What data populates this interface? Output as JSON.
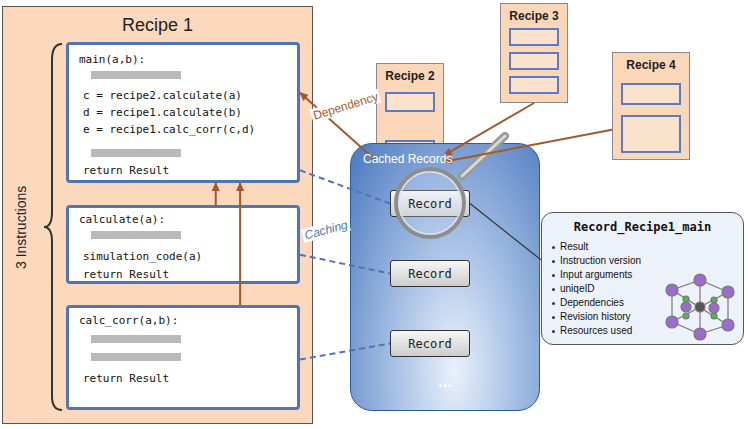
{
  "diagram": {
    "nodes": [
      {
        "text": [
          "Recipe 1"
        ]
      },
      {
        "text": [
          "main(a,b):",
          "c = recipe2.calculate(a)",
          "d = recipe1.calculate(b)",
          "e = recipe1.calc_corr(c,d)",
          "return Result"
        ],
        "in": 0
      },
      {
        "text": [
          "calculate(a):",
          "simulation_code(a)",
          "return Result"
        ],
        "in": 0
      },
      {
        "text": [
          "calc_corr(a,b):",
          "return Result"
        ],
        "in": 0
      },
      {
        "text": [
          "Recipe 2"
        ]
      },
      {
        "text": [
          "Recipe 3"
        ]
      },
      {
        "text": [
          "Recipe 4"
        ]
      },
      {
        "text": [
          "Cached Records",
          "..."
        ]
      },
      {
        "text": [
          "Record"
        ],
        "in": 7
      },
      {
        "text": [
          "Record"
        ],
        "in": 7
      },
      {
        "text": [
          "Record"
        ],
        "in": 7
      },
      {
        "text": [
          "Record_Recipe1_main",
          "Result",
          "Instruction version",
          "Input arguments",
          "uniqeID",
          "Dependencies",
          "Revision history",
          "Resources used"
        ]
      }
    ],
    "edges": [
      {
        "from": 4,
        "to": 1,
        "label": "Dependency",
        "arrow": "to"
      },
      {
        "from": 5,
        "to": 4,
        "arrow": "to"
      },
      {
        "from": 6,
        "to": 4,
        "arrow": "to"
      },
      {
        "from": 2,
        "to": 1,
        "arrow": "to"
      },
      {
        "from": 3,
        "to": 1,
        "arrow": "to"
      },
      {
        "from": 1,
        "to": 8,
        "arrow": "none"
      },
      {
        "from": 2,
        "to": 9,
        "label": "Caching",
        "arrow": "none"
      },
      {
        "from": 3,
        "to": 10,
        "arrow": "none"
      },
      {
        "from": 8,
        "to": 11,
        "arrow": "none"
      }
    ],
    "labels": [
      "3 Instructions"
    ]
  }
}
